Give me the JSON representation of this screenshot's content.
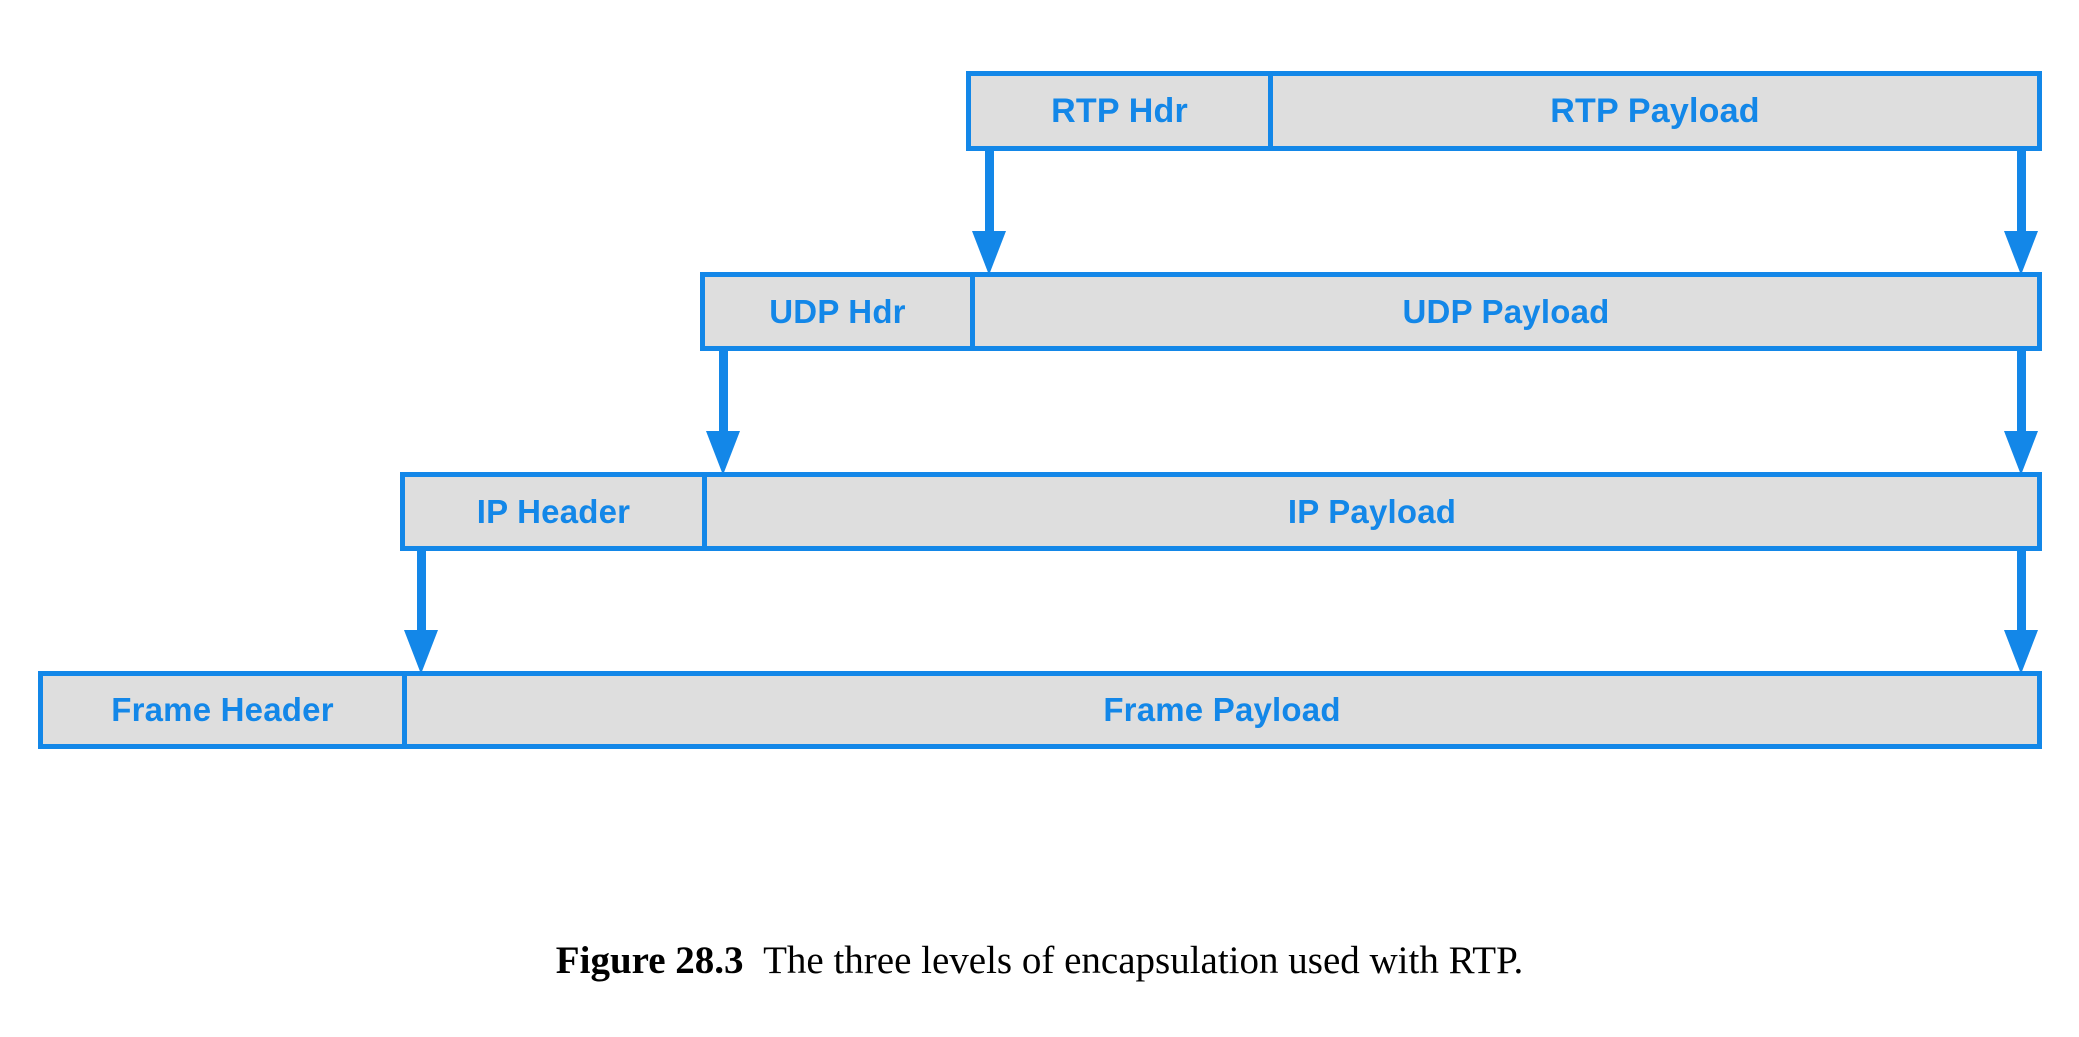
{
  "figure": {
    "caption_label": "Figure 28.3",
    "caption_text": "The three levels of encapsulation used with RTP.",
    "colors": {
      "stroke": "#1387e8",
      "fill": "#dedede",
      "text": "#1387e8",
      "caption": "#000000",
      "background": "#ffffff"
    }
  },
  "diagram": {
    "type": "encapsulation-stack",
    "rows": [
      {
        "id": "rtp",
        "header_label": "RTP Hdr",
        "payload_label": "RTP Payload"
      },
      {
        "id": "udp",
        "header_label": "UDP Hdr",
        "payload_label": "UDP Payload"
      },
      {
        "id": "ip",
        "header_label": "IP Header",
        "payload_label": "IP Payload"
      },
      {
        "id": "frame",
        "header_label": "Frame Header",
        "payload_label": "Frame Payload"
      }
    ],
    "arrows": [
      {
        "id": "rtp-left",
        "from": "rtp-header",
        "to": "udp-payload-start"
      },
      {
        "id": "rtp-right",
        "from": "rtp-payload-end",
        "to": "udp-payload-end"
      },
      {
        "id": "udp-left",
        "from": "udp-header",
        "to": "ip-payload-start"
      },
      {
        "id": "udp-right",
        "from": "udp-payload-end",
        "to": "ip-payload-end"
      },
      {
        "id": "ip-left",
        "from": "ip-header",
        "to": "frame-payload-start"
      },
      {
        "id": "ip-right",
        "from": "ip-payload-end",
        "to": "frame-payload-end"
      }
    ]
  }
}
